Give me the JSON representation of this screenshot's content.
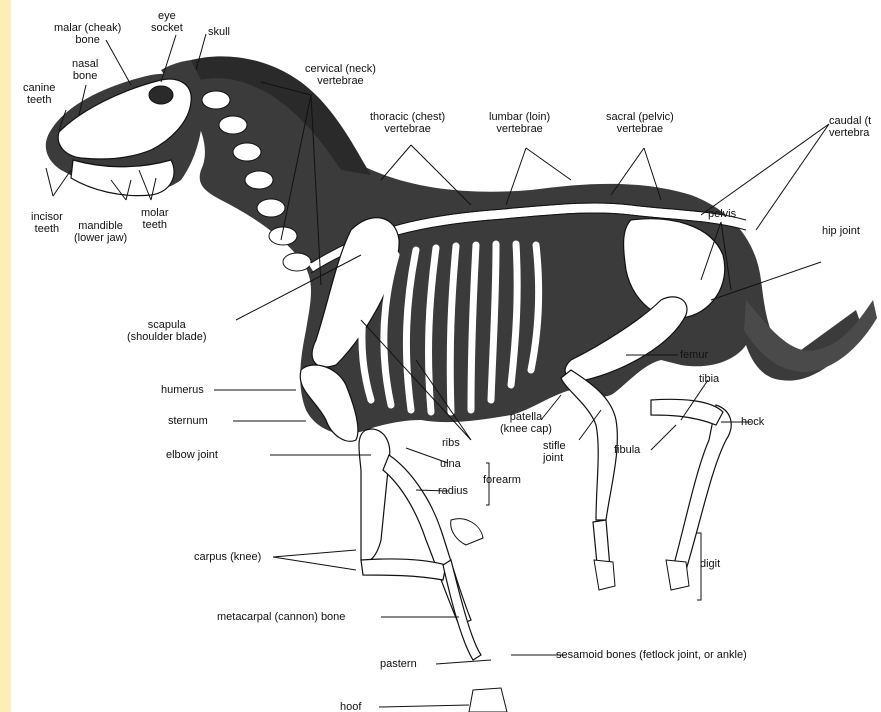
{
  "labels": {
    "malar": [
      "malar (cheak)",
      "bone"
    ],
    "eye_socket": [
      "eye",
      "socket"
    ],
    "skull": "skull",
    "nasal": [
      "nasal",
      "bone"
    ],
    "canine": [
      "canine",
      "teeth"
    ],
    "incisor": [
      "incisor",
      "teeth"
    ],
    "mandible": [
      "mandible",
      "(lower jaw)"
    ],
    "molar": [
      "molar",
      "teeth"
    ],
    "cervical": [
      "cervical (neck)",
      "vertebrae"
    ],
    "thoracic": [
      "thoracic (chest)",
      "vertebrae"
    ],
    "lumbar": [
      "lumbar (loin)",
      "vertebrae"
    ],
    "sacral": [
      "sacral (pelvic)",
      "vertebrae"
    ],
    "caudal": [
      "caudal (t",
      "vertebra"
    ],
    "pelvis": "pelvis",
    "hip_joint": "hip joint",
    "scapula": [
      "scapula",
      "(shoulder blade)"
    ],
    "humerus": "humerus",
    "sternum": "sternum",
    "ribs": "ribs",
    "patella": [
      "patella",
      "(knee cap)"
    ],
    "stifle": [
      "stifle",
      "joint"
    ],
    "femur": "femur",
    "tibia": "tibia",
    "fibula": "fibula",
    "hock": "hock",
    "elbow": "elbow joint",
    "ulna": "ulna",
    "radius": "radius",
    "forearm": "forearm",
    "carpus": "carpus (knee)",
    "metacarpal": "metacarpal (cannon) bone",
    "digit": "digit",
    "pastern": "pastern",
    "sesamoid": "sesamoid bones (fetlock joint, or ankle)",
    "hoof": "hoof"
  },
  "colors": {
    "page_background": "#fdeeb5",
    "figure_background": "#ffffff",
    "body_shading": "#3a3a3a",
    "bone": "#ffffff",
    "ink": "#111111"
  }
}
